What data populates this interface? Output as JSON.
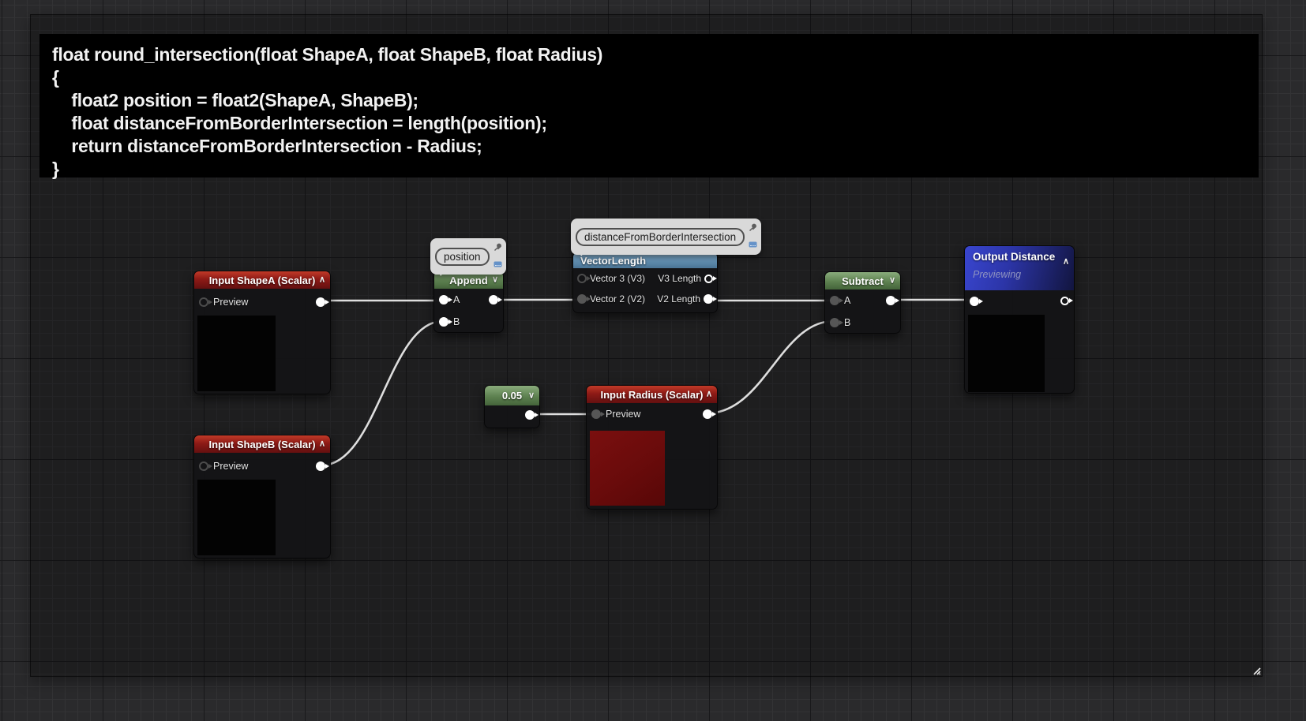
{
  "comment_code": {
    "lines": [
      "float round_intersection(float ShapeA, float ShapeB, float Radius)",
      "{",
      "    float2 position = float2(ShapeA, ShapeB);",
      "    float distanceFromBorderIntersection = length(position);",
      "    return distanceFromBorderIntersection - Radius;",
      "}"
    ]
  },
  "bubbles": {
    "append": {
      "label": "position"
    },
    "vector_length": {
      "label": "distanceFromBorderIntersection"
    }
  },
  "nodes": {
    "shape_a": {
      "title": "Input ShapeA (Scalar)",
      "row": "Preview"
    },
    "shape_b": {
      "title": "Input ShapeB (Scalar)",
      "row": "Preview"
    },
    "append": {
      "title": "Append",
      "row_a": "A",
      "row_b": "B"
    },
    "vector_length": {
      "title": "VectorLength",
      "row1_in": "Vector 3 (V3)",
      "row1_out": "V3 Length",
      "row2_in": "Vector 2 (V2)",
      "row2_out": "V2 Length"
    },
    "constant": {
      "value": "0.05"
    },
    "radius": {
      "title": "Input Radius (Scalar)",
      "row": "Preview"
    },
    "subtract": {
      "title": "Subtract",
      "row_a": "A",
      "row_b": "B"
    },
    "output": {
      "title": "Output Distance",
      "subtitle": "Previewing"
    }
  },
  "icons": {
    "chevron_up": "∧",
    "chevron_down": "∨"
  },
  "colors": {
    "canvas_bg": "#2a2a2c",
    "grid_minor": "#333335",
    "grid_major": "#19191b",
    "comment_frame": "rgba(5,5,7,0.32)",
    "code_bg": "#000000",
    "code_text": "#f2f2f2",
    "header_input_red": "#8e1a16",
    "header_math_green": "#5d8150",
    "header_vector_blue": "#6e9cbe",
    "header_output_blue": "#2c35a8",
    "node_body": "#141416",
    "wire": "#dedede",
    "bubble_bg": "#d9d9d9",
    "preview_black": "#030303",
    "preview_red": "#690b0b"
  }
}
